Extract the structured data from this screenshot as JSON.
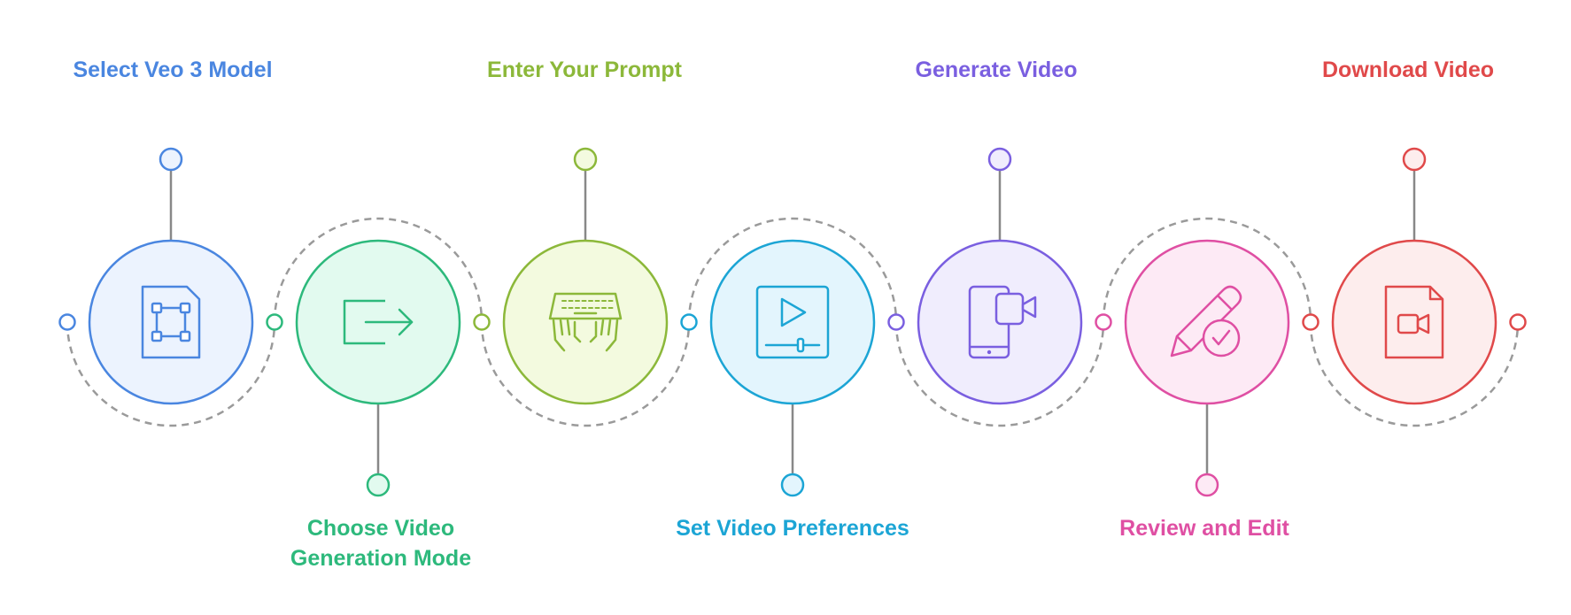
{
  "steps": [
    {
      "label": "Select Veo 3 Model",
      "color": "#4A86E0",
      "fill": "#ECF3FE",
      "icon": "sd-card-icon"
    },
    {
      "label": "Choose Video\nGeneration Mode",
      "color": "#2DB97C",
      "fill": "#E2FAEF",
      "icon": "exit-arrow-icon"
    },
    {
      "label": "Enter Your Prompt",
      "color": "#8CB83A",
      "fill": "#F3FADF",
      "icon": "typing-keyboard-icon"
    },
    {
      "label": "Set Video Preferences",
      "color": "#1CA5D5",
      "fill": "#E3F5FD",
      "icon": "video-player-icon"
    },
    {
      "label": "Generate Video",
      "color": "#7A5FE0",
      "fill": "#F0EDFD",
      "icon": "phone-video-icon"
    },
    {
      "label": "Review and Edit",
      "color": "#DF4FA3",
      "fill": "#FDEAF5",
      "icon": "pencil-check-icon"
    },
    {
      "label": "Download Video",
      "color": "#E0494A",
      "fill": "#FDEDED",
      "icon": "video-file-icon"
    }
  ],
  "connector_color": "#888888",
  "dash_color": "#9A9A9A"
}
